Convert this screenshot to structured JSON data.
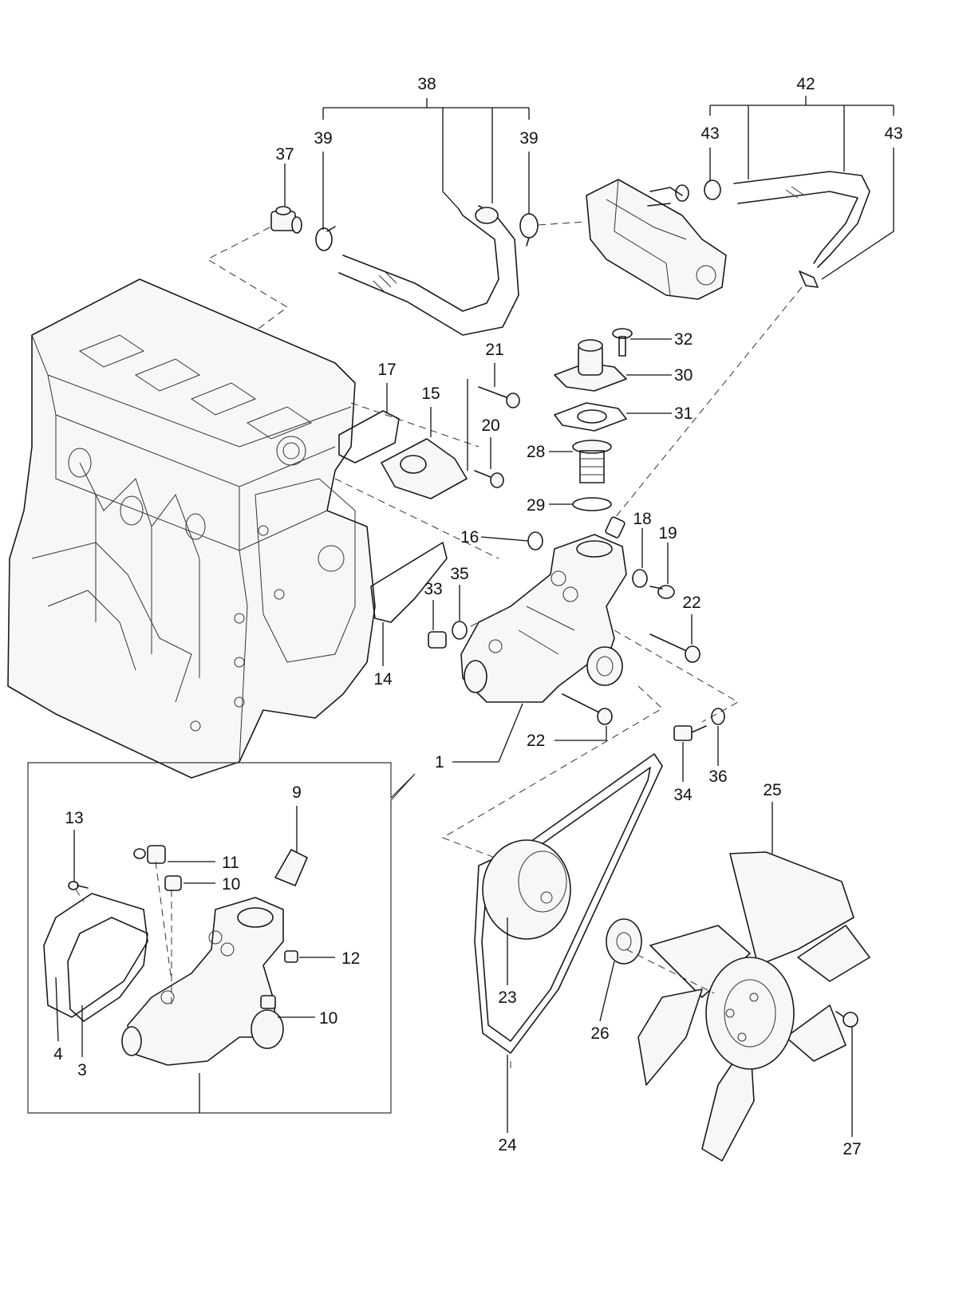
{
  "diagram": {
    "callouts": {
      "c1": "1",
      "c3": "3",
      "c4": "4",
      "c9": "9",
      "c10a": "10",
      "c10b": "10",
      "c11": "11",
      "c12": "12",
      "c13": "13",
      "c14": "14",
      "c15": "15",
      "c16": "16",
      "c17": "17",
      "c18": "18",
      "c19": "19",
      "c20": "20",
      "c21": "21",
      "c22a": "22",
      "c22b": "22",
      "c23": "23",
      "c24": "24",
      "c25": "25",
      "c26": "26",
      "c27": "27",
      "c28": "28",
      "c29": "29",
      "c30": "30",
      "c31": "31",
      "c32": "32",
      "c33": "33",
      "c34": "34",
      "c35": "35",
      "c36": "36",
      "c37": "37",
      "c38": "38",
      "c39a": "39",
      "c39b": "39",
      "c42": "42",
      "c43a": "43",
      "c43b": "43"
    }
  }
}
